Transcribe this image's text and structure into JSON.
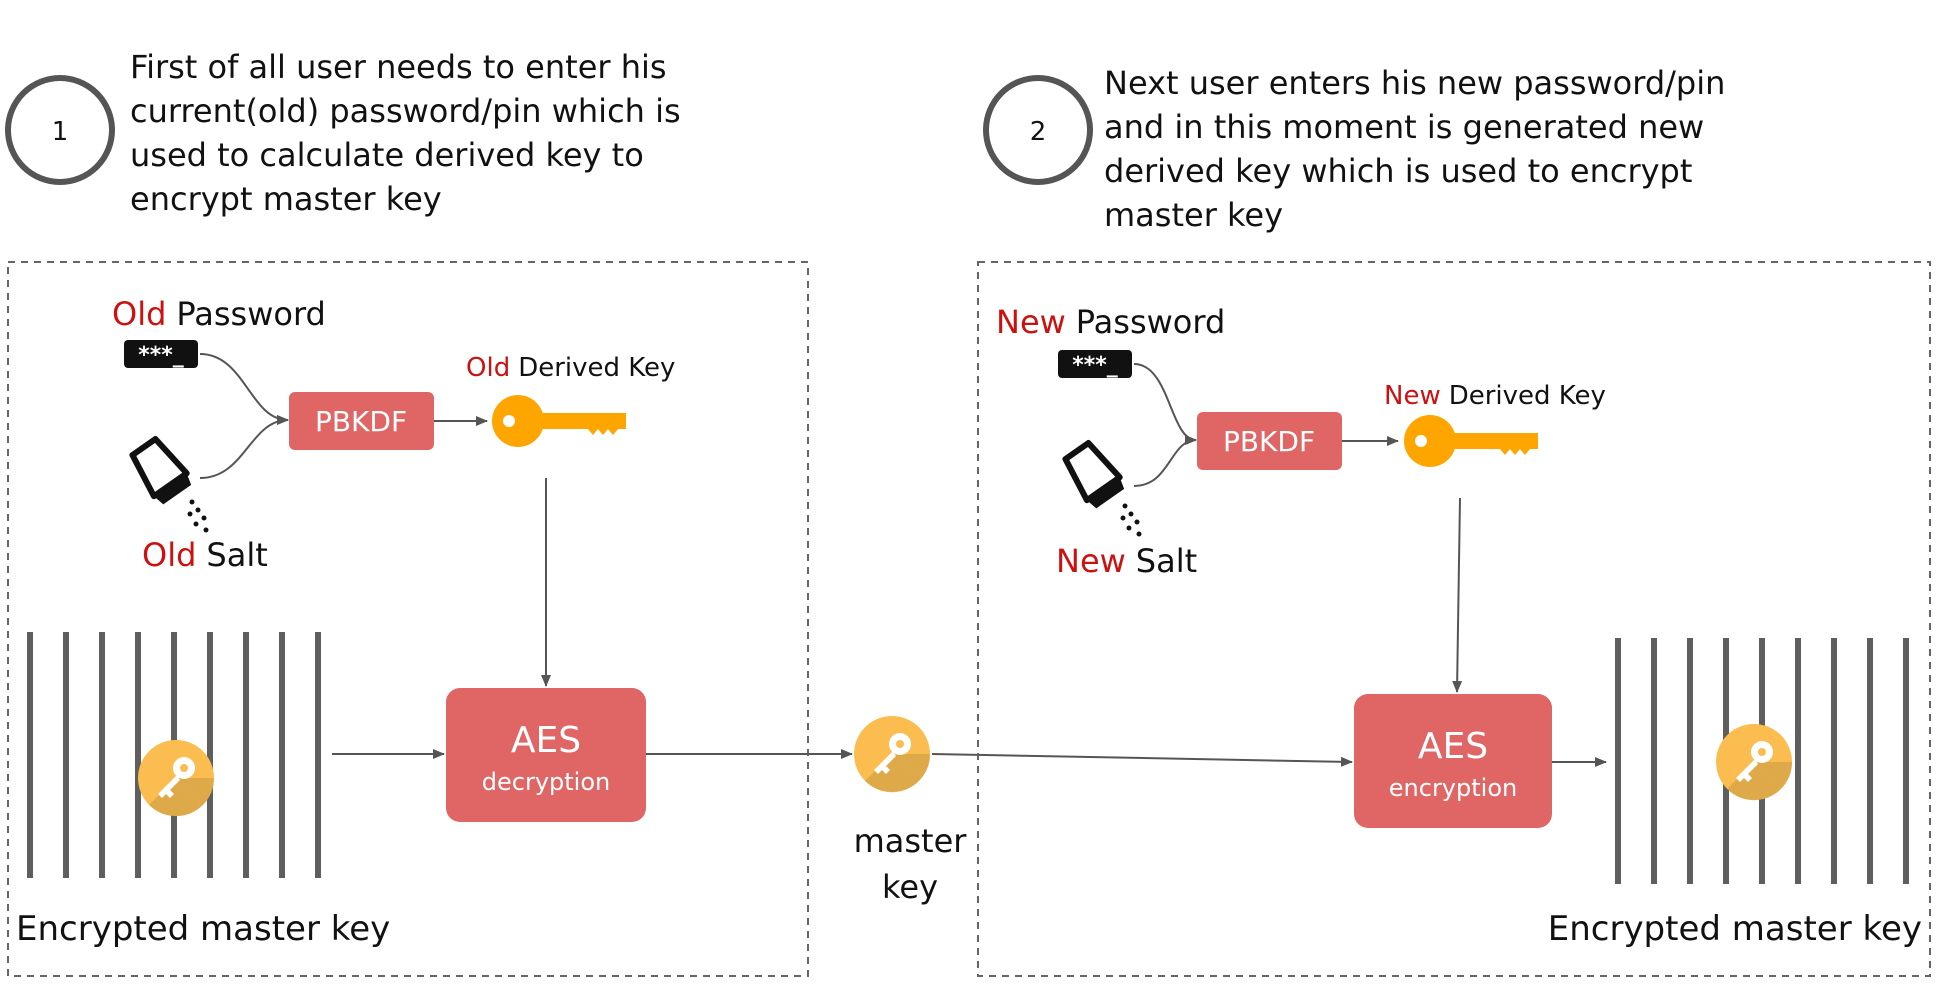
{
  "steps": [
    {
      "number": "1",
      "text_lines": [
        "First of all user needs to enter his",
        "current(old) password/pin which is",
        "used to calculate derived key to",
        "encrypt master key"
      ],
      "password_prefix": "Old",
      "password_word": "Password",
      "password_field": "***_",
      "salt_prefix": "Old",
      "salt_word": "Salt",
      "kdf_label": "PBKDF",
      "derived_prefix": "Old",
      "derived_word": "Derived Key",
      "aes_title": "AES",
      "aes_sub": "decryption",
      "encrypted_label": "Encrypted master key"
    },
    {
      "number": "2",
      "text_lines": [
        "Next user enters his new password/pin",
        "and in this moment is generated new",
        "derived key which is used to encrypt",
        "master key"
      ],
      "password_prefix": "New",
      "password_word": "Password",
      "password_field": "***_",
      "salt_prefix": "New",
      "salt_word": "Salt",
      "kdf_label": "PBKDF",
      "derived_prefix": "New",
      "derived_word": "Derived Key",
      "aes_title": "AES",
      "aes_sub": "encryption",
      "encrypted_label": "Encrypted master key"
    }
  ],
  "master_key_label": [
    "master",
    "key"
  ],
  "colors": {
    "accent_red": "#cc1111",
    "box_red": "#e06666",
    "key_orange": "#ffa500",
    "coin_yellow": "#fbbd4f",
    "coin_shadow": "#c79a45",
    "stroke_gray": "#555555",
    "bar_gray": "#5e5e5e",
    "ink": "#111111"
  },
  "icons": [
    "key-icon",
    "salt-shaker-icon",
    "master-key-coin-icon",
    "prison-bars-icon"
  ]
}
